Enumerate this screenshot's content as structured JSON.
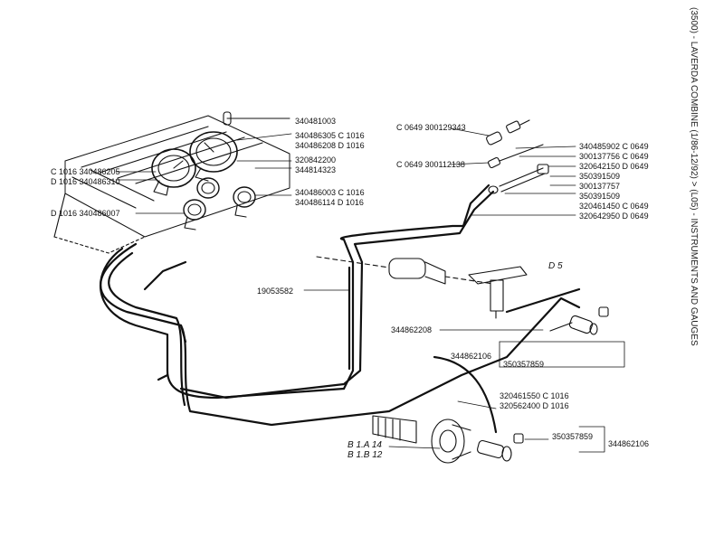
{
  "side_title": "(3500) - LAVERDA COMBINE (1/86-12/92) > (L05) - INSTRUMENTS AND GAUGES",
  "labels": {
    "p340481003": "340481003",
    "p340486305": "340486305 C 1016",
    "p340486208": "340486208 D 1016",
    "p320842200": "320842200",
    "p344814323": "344814323",
    "p340486205": "C 1016 340486205",
    "p340486310": "D 1016 340486310",
    "p340486003": "340486003 C 1016",
    "p340486114": "340486114 D 1016",
    "p340486007": "D 1016 340486007",
    "p300129343": "C 0649 300129343",
    "p340485902": "340485902 C 0649",
    "p300137756": "300137756 C 0649",
    "p300112138": "C 0649 300112138",
    "p320642150": "320642150 D 0649",
    "p350391509a": "350391509",
    "p300137757": "300137757",
    "p350391509b": "350391509",
    "p320461450": "320461450 C 0649",
    "p320642950": "320642950 D 0649",
    "pD5": "D 5",
    "p19053582": "19053582",
    "p344862208": "344862208",
    "p344862106a": "344862106",
    "p350357859a": "350357859",
    "p320461550": "320461550 C 1016",
    "p320562400": "320562400 D 1016",
    "pB1A14": "B 1.A 14",
    "pB1B12": "B 1.B 12",
    "p350357859b": "350357859",
    "p344862106b": "344862106"
  }
}
